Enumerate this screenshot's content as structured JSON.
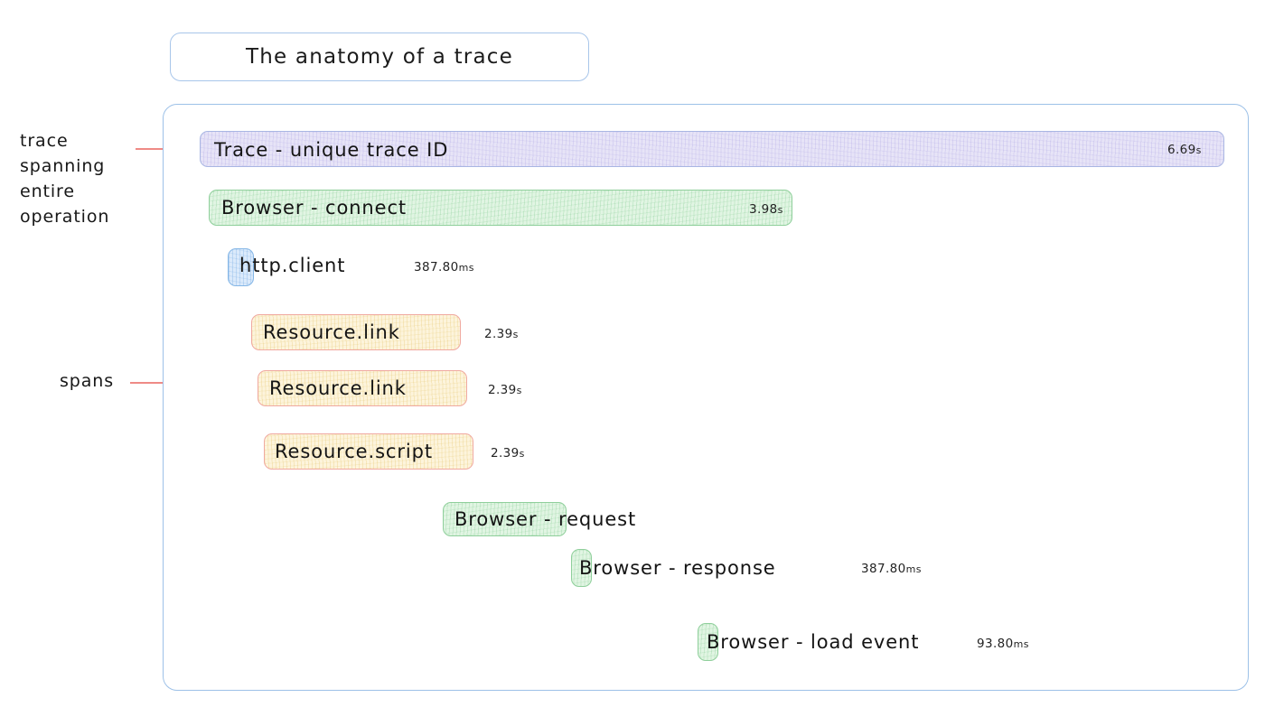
{
  "title": {
    "text": "The anatomy of a trace"
  },
  "annotations": [
    {
      "id": "trace-annotation",
      "text": "trace\nspanning\nentire\noperation"
    },
    {
      "id": "spans-annotation",
      "text": "spans"
    }
  ],
  "colors": {
    "container_border": "#9dc1e8",
    "title_border": "#a8c6ea",
    "annotation_line": "#ef8a86",
    "trace_fill": "#e7e4f7",
    "trace_border": "#a9b6e3",
    "browser_fill": "#e1f5e3",
    "browser_border": "#8fcf9b",
    "http_fill": "#dbeafb",
    "http_border": "#84b6e6",
    "resource_fill": "#fdf4dc",
    "resource_border": "#f0a9a0"
  },
  "spans": [
    {
      "name": "trace-root",
      "label": "Trace - unique trace ID",
      "duration": "6.69",
      "unit": "s",
      "duration_inside": true,
      "kind": "trace"
    },
    {
      "name": "browser-connect",
      "label": "Browser - connect",
      "duration": "3.98",
      "unit": "s",
      "duration_inside": true,
      "kind": "browser"
    },
    {
      "name": "http-client",
      "label": "http.client",
      "duration": "387.80",
      "unit": "ms",
      "duration_inside": false,
      "kind": "http"
    },
    {
      "name": "resource-link-1",
      "label": "Resource.link",
      "duration": "2.39",
      "unit": "s",
      "duration_inside": false,
      "kind": "resource"
    },
    {
      "name": "resource-link-2",
      "label": "Resource.link",
      "duration": "2.39",
      "unit": "s",
      "duration_inside": false,
      "kind": "resource"
    },
    {
      "name": "resource-script",
      "label": "Resource.script",
      "duration": "2.39",
      "unit": "s",
      "duration_inside": false,
      "kind": "resource"
    },
    {
      "name": "browser-request",
      "label": "Browser - request",
      "duration": "",
      "unit": "",
      "duration_inside": false,
      "kind": "browser"
    },
    {
      "name": "browser-response",
      "label": "Browser - response",
      "duration": "387.80",
      "unit": "ms",
      "duration_inside": false,
      "kind": "browser"
    },
    {
      "name": "browser-load-event",
      "label": "Browser - load event",
      "duration": "93.80",
      "unit": "ms",
      "duration_inside": false,
      "kind": "browser"
    }
  ]
}
